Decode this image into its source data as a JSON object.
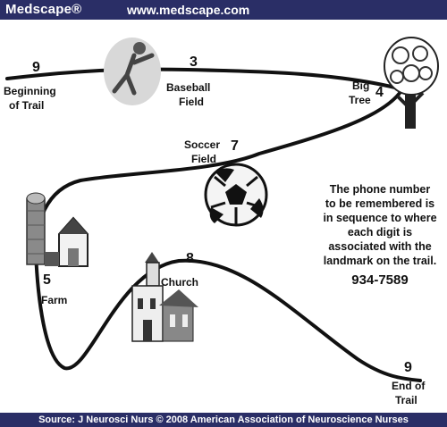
{
  "header": {
    "brand": "Medscape®",
    "site": "www.medscape.com"
  },
  "footer": {
    "source": "Source: J Neurosci Nurs © 2008 American Association of Neuroscience Nurses"
  },
  "trail": {
    "start": {
      "digit": "9",
      "label_line1": "Beginning",
      "label_line2": "of Trail"
    },
    "baseball": {
      "digit": "3",
      "label_line1": "Baseball",
      "label_line2": "Field"
    },
    "tree": {
      "digit": "4",
      "label_line1": "Big",
      "label_line2": "Tree"
    },
    "soccer": {
      "digit": "7",
      "label_line1": "Soccer",
      "label_line2": "Field"
    },
    "farm": {
      "digit": "5",
      "label": "Farm"
    },
    "church": {
      "digit": "8",
      "label": "Church"
    },
    "end": {
      "digit": "9",
      "label_line1": "End of",
      "label_line2": "Trail"
    }
  },
  "note": {
    "lines": [
      "The phone number",
      "to be remembered is",
      "in sequence to where",
      "each digit is",
      "associated with the",
      "landmark on the trail."
    ],
    "phone": "934-7589"
  }
}
